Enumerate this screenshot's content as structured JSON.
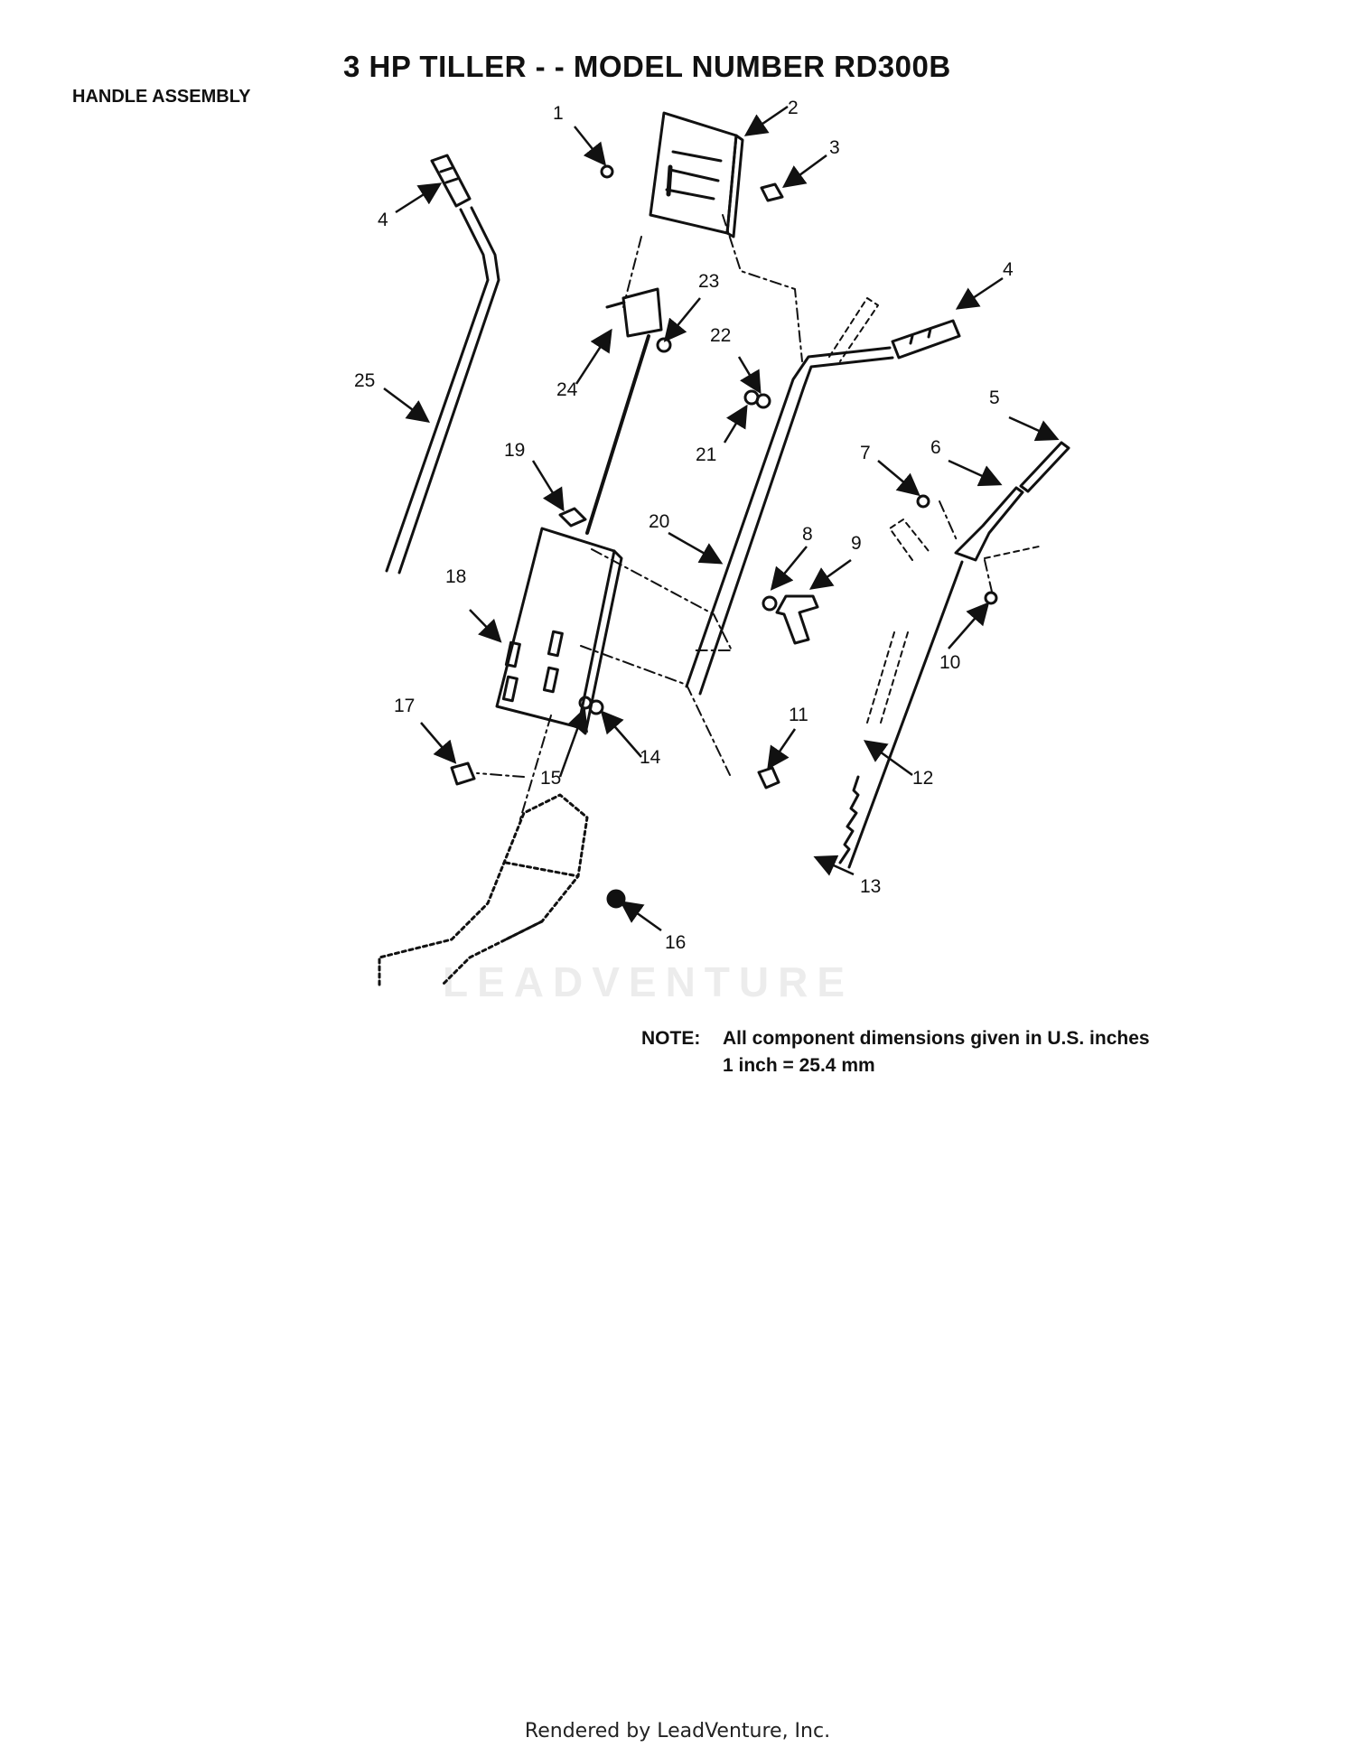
{
  "header": {
    "title": "3 HP TILLER - - MODEL NUMBER RD300B",
    "section": "HANDLE ASSEMBLY"
  },
  "diagram": {
    "callouts": [
      "1",
      "2",
      "3",
      "4",
      "4",
      "5",
      "6",
      "7",
      "8",
      "9",
      "10",
      "11",
      "12",
      "13",
      "14",
      "15",
      "16",
      "17",
      "18",
      "19",
      "20",
      "21",
      "22",
      "23",
      "24",
      "25"
    ]
  },
  "note": {
    "label": "NOTE:",
    "line1": "All component dimensions given in U.S. inches",
    "line2": "1 inch = 25.4 mm"
  },
  "watermark": "LEADVENTURE",
  "footer": "Rendered by LeadVenture, Inc."
}
